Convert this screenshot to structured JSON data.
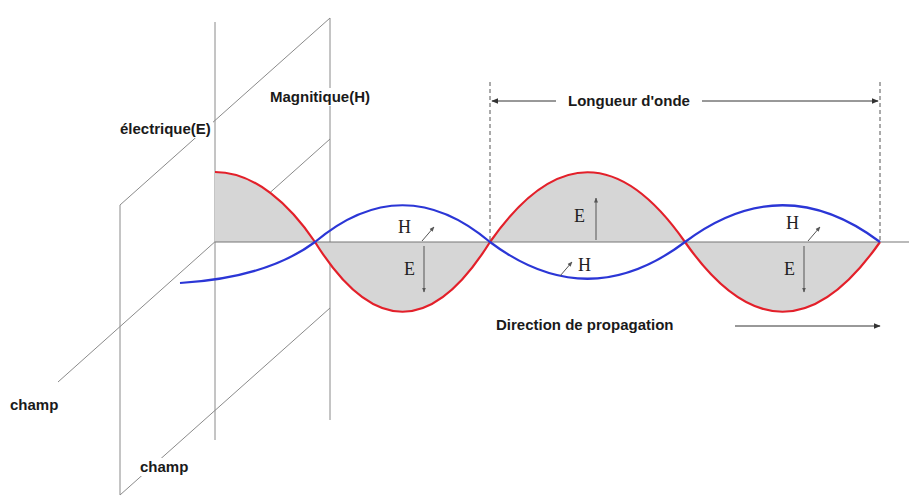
{
  "diagram": {
    "labels": [
      "Magnitique(H)",
      "électrique(E)",
      "Longueur d'onde",
      "H",
      "E",
      "E",
      "H",
      "H",
      "E",
      "Direction de propagation",
      "champ",
      "champ"
    ]
  }
}
